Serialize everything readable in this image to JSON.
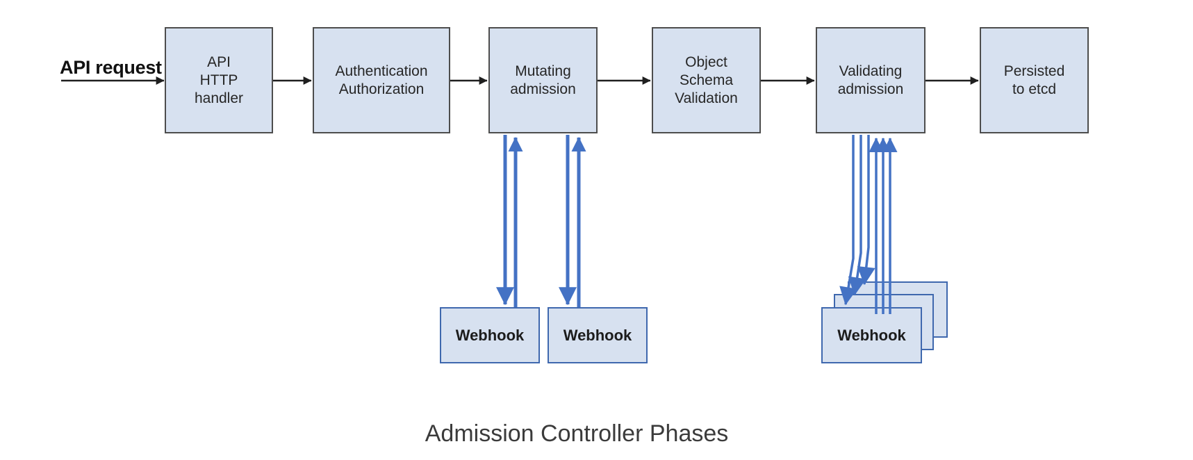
{
  "diagram": {
    "caption": "Admission Controller Phases",
    "input_label": "API request",
    "stages": [
      {
        "id": "api-http-handler",
        "label": "API\nHTTP\nhandler"
      },
      {
        "id": "authentication-authorization",
        "label": "Authentication\nAuthorization"
      },
      {
        "id": "mutating-admission",
        "label": "Mutating\nadmission"
      },
      {
        "id": "object-schema-validation",
        "label": "Object\nSchema\nValidation"
      },
      {
        "id": "validating-admission",
        "label": "Validating\nadmission"
      },
      {
        "id": "persisted-to-etcd",
        "label": "Persisted\nto etcd"
      }
    ],
    "webhooks": {
      "mutating": [
        {
          "label": "Webhook"
        },
        {
          "label": "Webhook"
        }
      ],
      "validating": [
        {
          "label": "Webhook"
        },
        {
          "label": "Webhook"
        },
        {
          "label": "Webhook"
        }
      ]
    },
    "flow": [
      {
        "from": "API request",
        "to": "API HTTP handler"
      },
      {
        "from": "API HTTP handler",
        "to": "Authentication Authorization"
      },
      {
        "from": "Authentication Authorization",
        "to": "Mutating admission"
      },
      {
        "from": "Mutating admission",
        "to": "Object Schema Validation"
      },
      {
        "from": "Object Schema Validation",
        "to": "Validating admission"
      },
      {
        "from": "Validating admission",
        "to": "Persisted to etcd"
      },
      {
        "from": "Mutating admission",
        "to": "Webhook (mutating)",
        "bidirectional": true,
        "pairs": 2
      },
      {
        "from": "Validating admission",
        "to": "Webhook (validating, stacked)",
        "bidirectional": true,
        "pairs": 3
      }
    ],
    "colors": {
      "box_fill": "#d7e1f0",
      "box_border": "#4d4d4d",
      "webhook_border": "#3f68ae",
      "arrow_blue": "#4472c4",
      "arrow_black": "#1f1f1f",
      "caption_text": "#3b3b3b",
      "label_text": "#262626"
    }
  }
}
